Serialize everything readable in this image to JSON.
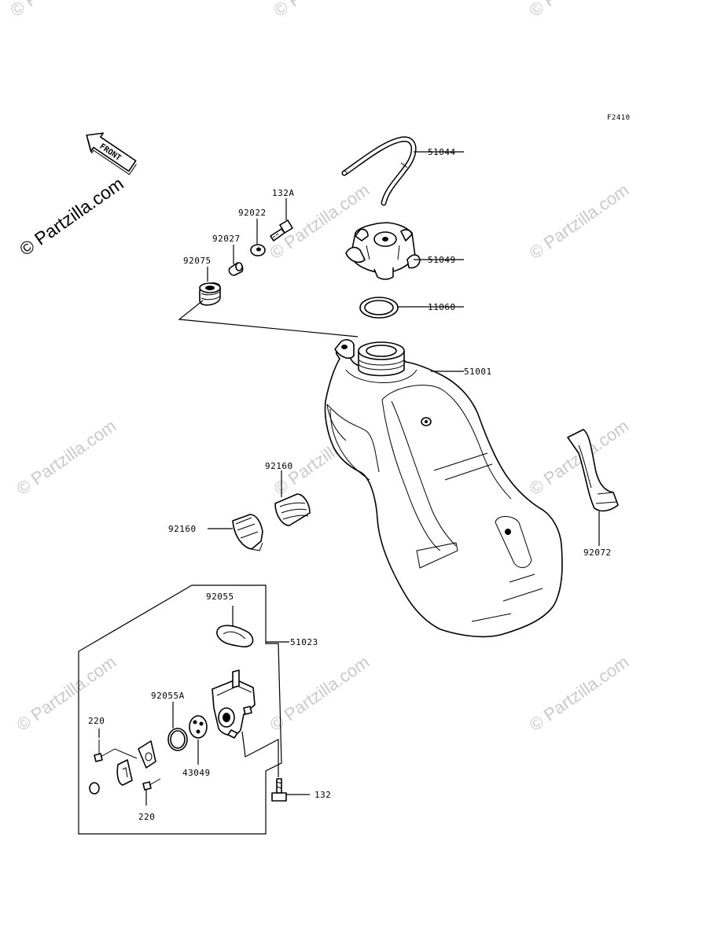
{
  "diagram_code": "F2410",
  "front_arrow_label": "FRONT",
  "watermark": "© Partzilla.com",
  "parts": {
    "fuel_line": "51044",
    "fuel_cap": "51049",
    "cap_gasket": "11060",
    "fuel_tank": "51001",
    "bolt_132A": "132A",
    "washer": "92022",
    "collar": "92027",
    "damper": "92075",
    "cushion_upper": "92160",
    "cushion_lower": "92160",
    "tank_band": "92072",
    "petcock_gasket": "92055",
    "fuel_cock_assy": "51023",
    "o_ring": "92055A",
    "screw_upper": "220",
    "screw_lower": "220",
    "valve": "43049",
    "bolt_132": "132"
  }
}
